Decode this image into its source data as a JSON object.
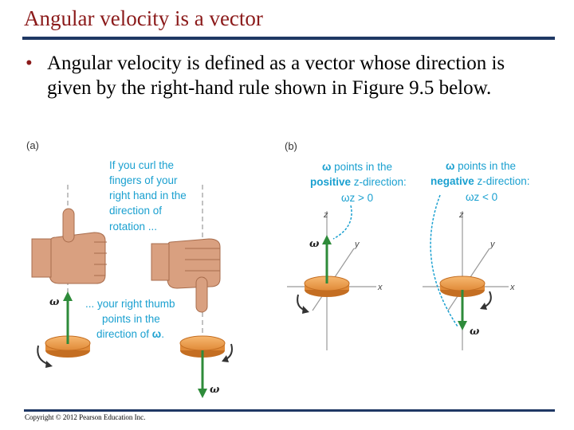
{
  "slide": {
    "title": "Angular velocity is a vector",
    "bullet_marker": "•",
    "bullet": "Angular velocity is defined as a vector whose direction is given by the right-hand rule shown in Figure 9.5 below.",
    "copyright": "Copyright © 2012 Pearson Education Inc."
  },
  "figure": {
    "panel_a": "(a)",
    "panel_b": "(b)",
    "curl_caption": [
      "If you curl the",
      "fingers of your",
      "right hand in the",
      "direction of",
      "rotation ..."
    ],
    "thumb_caption": [
      "... your right thumb",
      "points in the",
      "direction of "
    ],
    "thumb_caption_symbol": "ω",
    "thumb_caption_end": ".",
    "omega_label": "ω",
    "axis_x": "x",
    "axis_y": "y",
    "axis_z": "z",
    "positive": {
      "line1_end": " points in the",
      "line2_bold": "positive",
      "line2_end": " z-direction:",
      "line3": "ωz > 0"
    },
    "negative": {
      "line1_end": " points in the",
      "line2_bold": "negative",
      "line2_end": " z-direction:",
      "line3": "ωz < 0"
    },
    "colors": {
      "caption": "#1aa0d0",
      "vector": "#2e8b3a",
      "disk": "#f0a050",
      "hand": "#d9a080"
    }
  }
}
